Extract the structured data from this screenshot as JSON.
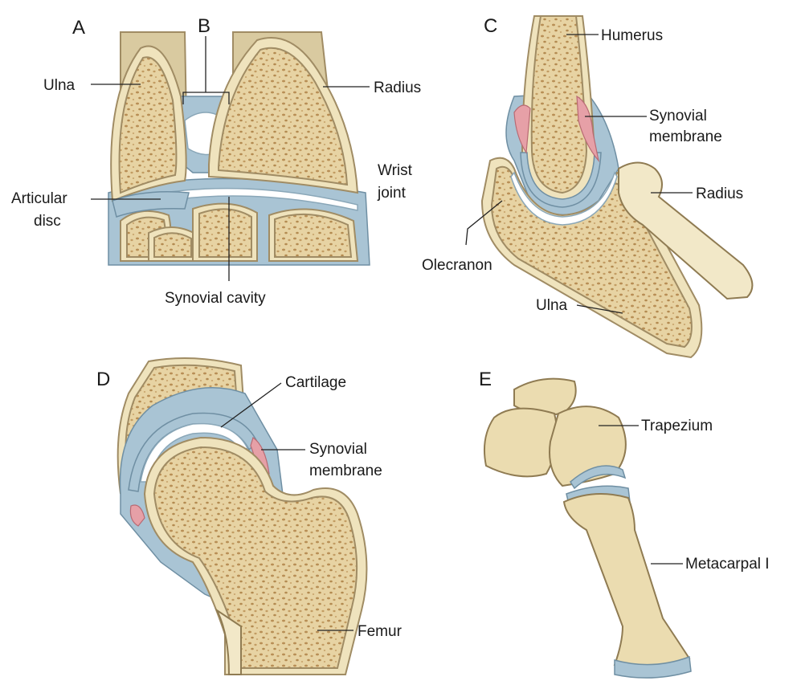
{
  "panels": {
    "A": {
      "letter": "A",
      "labels": {
        "ulna": "Ulna",
        "radius": "Radius",
        "wrist_joint_1": "Wrist",
        "wrist_joint_2": "joint",
        "articular_disc_1": "Articular",
        "articular_disc_2": "disc",
        "synovial_cavity": "Synovial cavity"
      }
    },
    "B": {
      "letter": "B"
    },
    "C": {
      "letter": "C",
      "labels": {
        "humerus": "Humerus",
        "synovial_membrane_1": "Synovial",
        "synovial_membrane_2": "membrane",
        "radius": "Radius",
        "olecranon": "Olecranon",
        "ulna": "Ulna"
      }
    },
    "D": {
      "letter": "D",
      "labels": {
        "cartilage": "Cartilage",
        "synovial_membrane_1": "Synovial",
        "synovial_membrane_2": "membrane",
        "femur": "Femur"
      }
    },
    "E": {
      "letter": "E",
      "labels": {
        "trapezium": "Trapezium",
        "metacarpal": "Metacarpal I"
      }
    }
  },
  "colors": {
    "bone_spongy": "#e7d3a3",
    "bone_dots": "#b88e55",
    "cartilage": "#a9c4d4",
    "synovial_membrane": "#e6a0a7",
    "shaft": "#d9caa0"
  }
}
